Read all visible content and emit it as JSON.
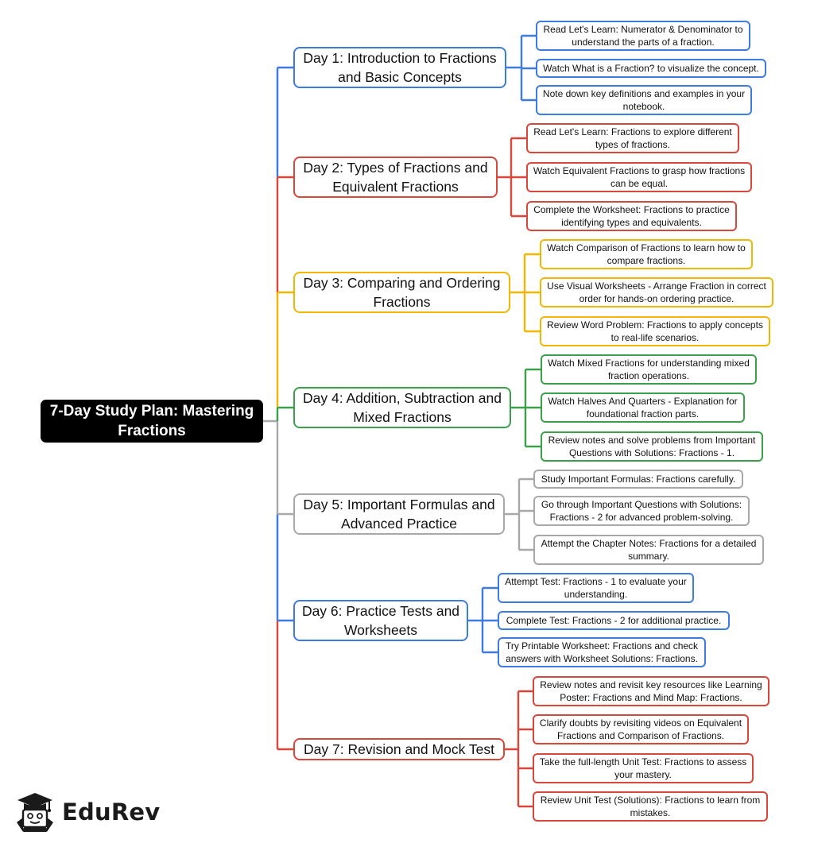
{
  "root": {
    "title": "7-Day Study Plan: Mastering Fractions"
  },
  "brand": {
    "name": "EduRev",
    "icon": "graduate-logo-icon"
  },
  "colors": {
    "blue": "#3d7be0",
    "red": "#d9463a",
    "yellow": "#f2b705",
    "green": "#3aa14a",
    "gray": "#a8a8a8"
  },
  "days": [
    {
      "title": "Day 1: Introduction to Fractions and Basic Concepts",
      "tasks": [
        "Read Let's Learn: Numerator & Denominator to understand the parts of a fraction.",
        "Watch What is a Fraction? to visualize the concept.",
        "Note down key definitions and examples in your notebook."
      ]
    },
    {
      "title": "Day 2: Types of Fractions and Equivalent Fractions",
      "tasks": [
        "Read Let's Learn: Fractions to explore different types of fractions.",
        "Watch Equivalent Fractions to grasp how fractions can be equal.",
        "Complete the Worksheet: Fractions to practice identifying types and equivalents."
      ]
    },
    {
      "title": "Day 3: Comparing and Ordering Fractions",
      "tasks": [
        "Watch Comparison of Fractions to learn how to compare fractions.",
        "Use Visual Worksheets - Arrange Fraction in correct order for hands-on ordering practice.",
        "Review Word Problem: Fractions to apply concepts to real-life scenarios."
      ]
    },
    {
      "title": "Day 4: Addition, Subtraction and Mixed Fractions",
      "tasks": [
        "Watch Mixed Fractions for understanding mixed fraction operations.",
        "Watch Halves And Quarters - Explanation for foundational fraction parts.",
        "Review notes and solve problems from Important Questions with Solutions: Fractions - 1."
      ]
    },
    {
      "title": "Day 5: Important Formulas and Advanced Practice",
      "tasks": [
        "Study Important Formulas: Fractions carefully.",
        "Go through Important Questions with Solutions: Fractions - 2 for advanced problem-solving.",
        "Attempt the Chapter Notes: Fractions for a detailed summary."
      ]
    },
    {
      "title": "Day 6: Practice Tests and Worksheets",
      "tasks": [
        "Attempt Test: Fractions - 1 to evaluate your understanding.",
        "Complete Test: Fractions - 2 for additional practice.",
        "Try Printable Worksheet: Fractions and check answers with Worksheet Solutions: Fractions."
      ]
    },
    {
      "title": "Day 7: Revision and Mock Test",
      "tasks": [
        "Review notes and revisit key resources like Learning Poster: Fractions and Mind Map: Fractions.",
        "Clarify doubts by revisiting videos on Equivalent Fractions and Comparison of Fractions.",
        "Take the full-length Unit Test: Fractions to assess your mastery.",
        "Review Unit Test (Solutions): Fractions to learn from mistakes."
      ]
    }
  ]
}
